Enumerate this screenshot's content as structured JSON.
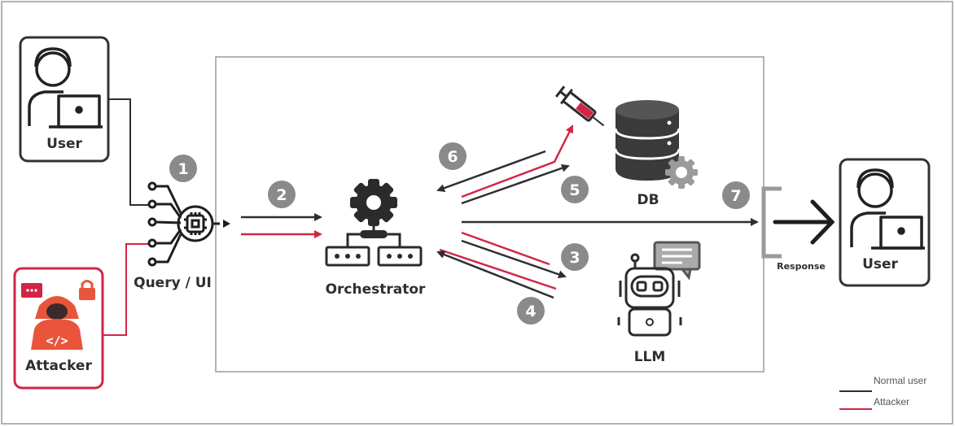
{
  "diagram": {
    "nodes": {
      "user_left": "User",
      "attacker": "Attacker",
      "query_ui": "Query / UI",
      "orchestrator": "Orchestrator",
      "db": "DB",
      "llm": "LLM",
      "user_right": "User",
      "response": "Response"
    },
    "steps": [
      "1",
      "2",
      "3",
      "4",
      "5",
      "6",
      "7"
    ],
    "legend": [
      {
        "label": "Normal user",
        "color": "#2e2e33"
      },
      {
        "label": "Attacker",
        "color": "#d22545"
      }
    ],
    "colors": {
      "normal": "#2e2e33",
      "attacker": "#d22545",
      "badge": "#8a8a8a",
      "attacker_icon": "#e8553a"
    }
  }
}
